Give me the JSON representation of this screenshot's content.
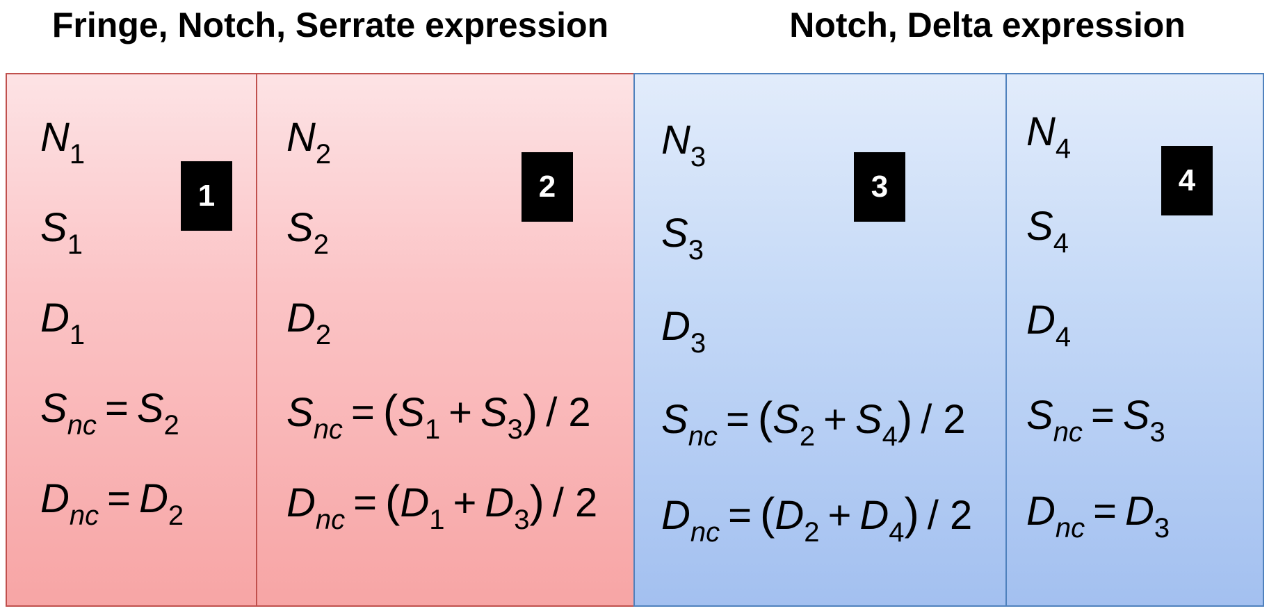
{
  "headers": {
    "left": "Fringe, Notch, Serrate expression",
    "right": "Notch, Delta expression"
  },
  "colors": {
    "red_panel_fill": "#f7a5a5",
    "red_panel_border": "#c0504d",
    "blue_panel_fill": "#a3c0f0",
    "blue_panel_border": "#4f81bd",
    "label_box": "#000000"
  },
  "panels": [
    {
      "number": "1",
      "N": {
        "var": "N",
        "sub": "1"
      },
      "S": {
        "var": "S",
        "sub": "1"
      },
      "D": {
        "var": "D",
        "sub": "1"
      },
      "S_nc": {
        "lhs": "S",
        "lhs_sub": "nc",
        "eq": "=",
        "rhs": "S",
        "rhs_sub": "2"
      },
      "D_nc": {
        "lhs": "D",
        "lhs_sub": "nc",
        "eq": "=",
        "rhs": "D",
        "rhs_sub": "2"
      }
    },
    {
      "number": "2",
      "N": {
        "var": "N",
        "sub": "2"
      },
      "S": {
        "var": "S",
        "sub": "2"
      },
      "D": {
        "var": "D",
        "sub": "2"
      },
      "S_nc": {
        "lhs": "S",
        "lhs_sub": "nc",
        "eq": "=",
        "open": "(",
        "a": "S",
        "a_sub": "1",
        "plus": "+",
        "b": "S",
        "b_sub": "3",
        "close": ")",
        "div": "/ 2"
      },
      "D_nc": {
        "lhs": "D",
        "lhs_sub": "nc",
        "eq": "=",
        "open": "(",
        "a": "D",
        "a_sub": "1",
        "plus": "+",
        "b": "D",
        "b_sub": "3",
        "close": ")",
        "div": "/ 2"
      }
    },
    {
      "number": "3",
      "N": {
        "var": "N",
        "sub": "3"
      },
      "S": {
        "var": "S",
        "sub": "3"
      },
      "D": {
        "var": "D",
        "sub": "3"
      },
      "S_nc": {
        "lhs": "S",
        "lhs_sub": "nc",
        "eq": "=",
        "open": "(",
        "a": "S",
        "a_sub": "2",
        "plus": "+",
        "b": "S",
        "b_sub": "4",
        "close": ")",
        "div": "/ 2"
      },
      "D_nc": {
        "lhs": "D",
        "lhs_sub": "nc",
        "eq": "=",
        "open": "(",
        "a": "D",
        "a_sub": "2",
        "plus": "+",
        "b": "D",
        "b_sub": "4",
        "close": ")",
        "div": "/ 2"
      }
    },
    {
      "number": "4",
      "N": {
        "var": "N",
        "sub": "4"
      },
      "S": {
        "var": "S",
        "sub": "4"
      },
      "D": {
        "var": "D",
        "sub": "4"
      },
      "S_nc": {
        "lhs": "S",
        "lhs_sub": "nc",
        "eq": "=",
        "rhs": "S",
        "rhs_sub": "3"
      },
      "D_nc": {
        "lhs": "D",
        "lhs_sub": "nc",
        "eq": "=",
        "rhs": "D",
        "rhs_sub": "3"
      }
    }
  ]
}
